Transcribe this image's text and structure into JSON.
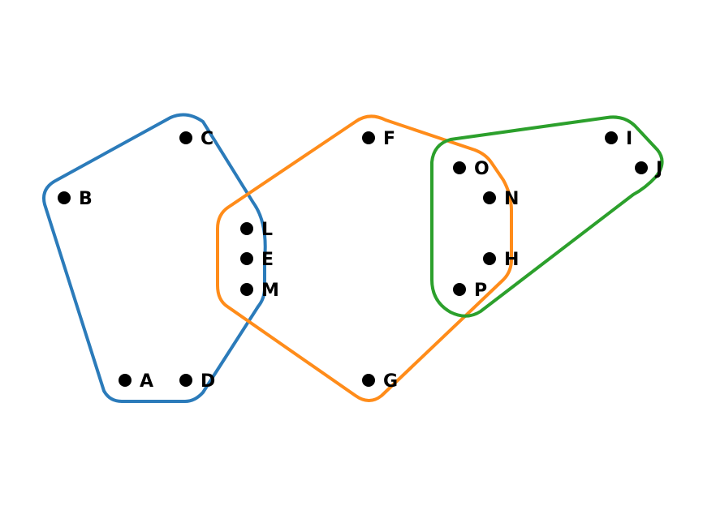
{
  "diagram": {
    "nodes": [
      {
        "id": "A",
        "label": "A"
      },
      {
        "id": "B",
        "label": "B"
      },
      {
        "id": "C",
        "label": "C"
      },
      {
        "id": "D",
        "label": "D"
      },
      {
        "id": "E",
        "label": "E"
      },
      {
        "id": "F",
        "label": "F"
      },
      {
        "id": "G",
        "label": "G"
      },
      {
        "id": "H",
        "label": "H"
      },
      {
        "id": "I",
        "label": "I"
      },
      {
        "id": "J",
        "label": "J"
      },
      {
        "id": "L",
        "label": "L"
      },
      {
        "id": "M",
        "label": "M"
      },
      {
        "id": "N",
        "label": "N"
      },
      {
        "id": "O",
        "label": "O"
      },
      {
        "id": "P",
        "label": "P"
      }
    ],
    "hyperedges": [
      {
        "id": "blue",
        "color": "#2b7bba",
        "members": [
          "A",
          "B",
          "C",
          "D",
          "L",
          "E",
          "M"
        ]
      },
      {
        "id": "orange",
        "color": "#ff8c1a",
        "members": [
          "F",
          "G",
          "L",
          "E",
          "M",
          "O",
          "N",
          "H",
          "P"
        ]
      },
      {
        "id": "green",
        "color": "#2ca02c",
        "members": [
          "I",
          "J",
          "O",
          "N",
          "H",
          "P"
        ]
      }
    ],
    "node_color": "#000000"
  }
}
